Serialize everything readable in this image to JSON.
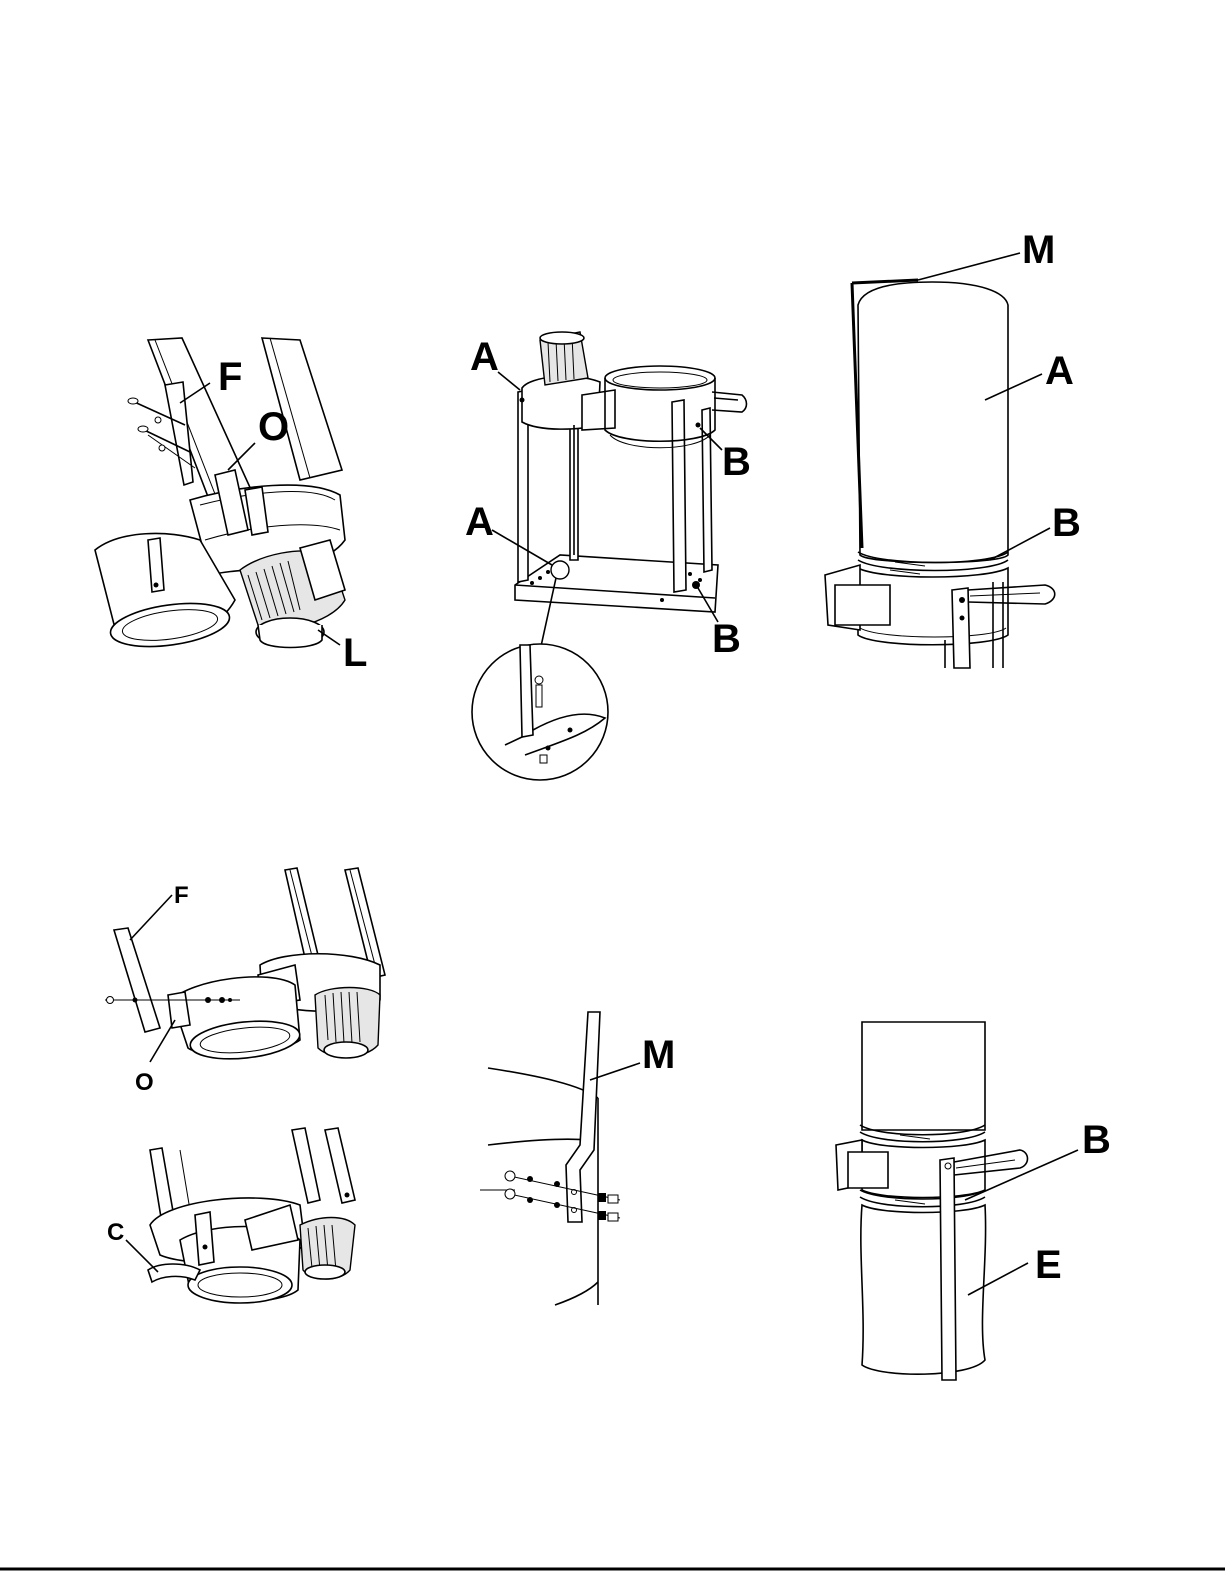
{
  "figures": {
    "fig1": {
      "labels": {
        "F": "F",
        "O": "O",
        "L": "L"
      }
    },
    "fig2": {
      "labels": {
        "A_top": "A",
        "A_bottom": "A",
        "B_top": "B",
        "B_bottom": "B"
      }
    },
    "fig3": {
      "labels": {
        "M": "M",
        "A": "A",
        "B": "B"
      }
    },
    "fig4": {
      "labels": {
        "F": "F",
        "O": "O"
      }
    },
    "fig5": {
      "labels": {
        "C": "C"
      }
    },
    "fig6": {
      "labels": {
        "M": "M"
      }
    },
    "fig7": {
      "labels": {
        "B": "B",
        "E": "E"
      }
    }
  }
}
